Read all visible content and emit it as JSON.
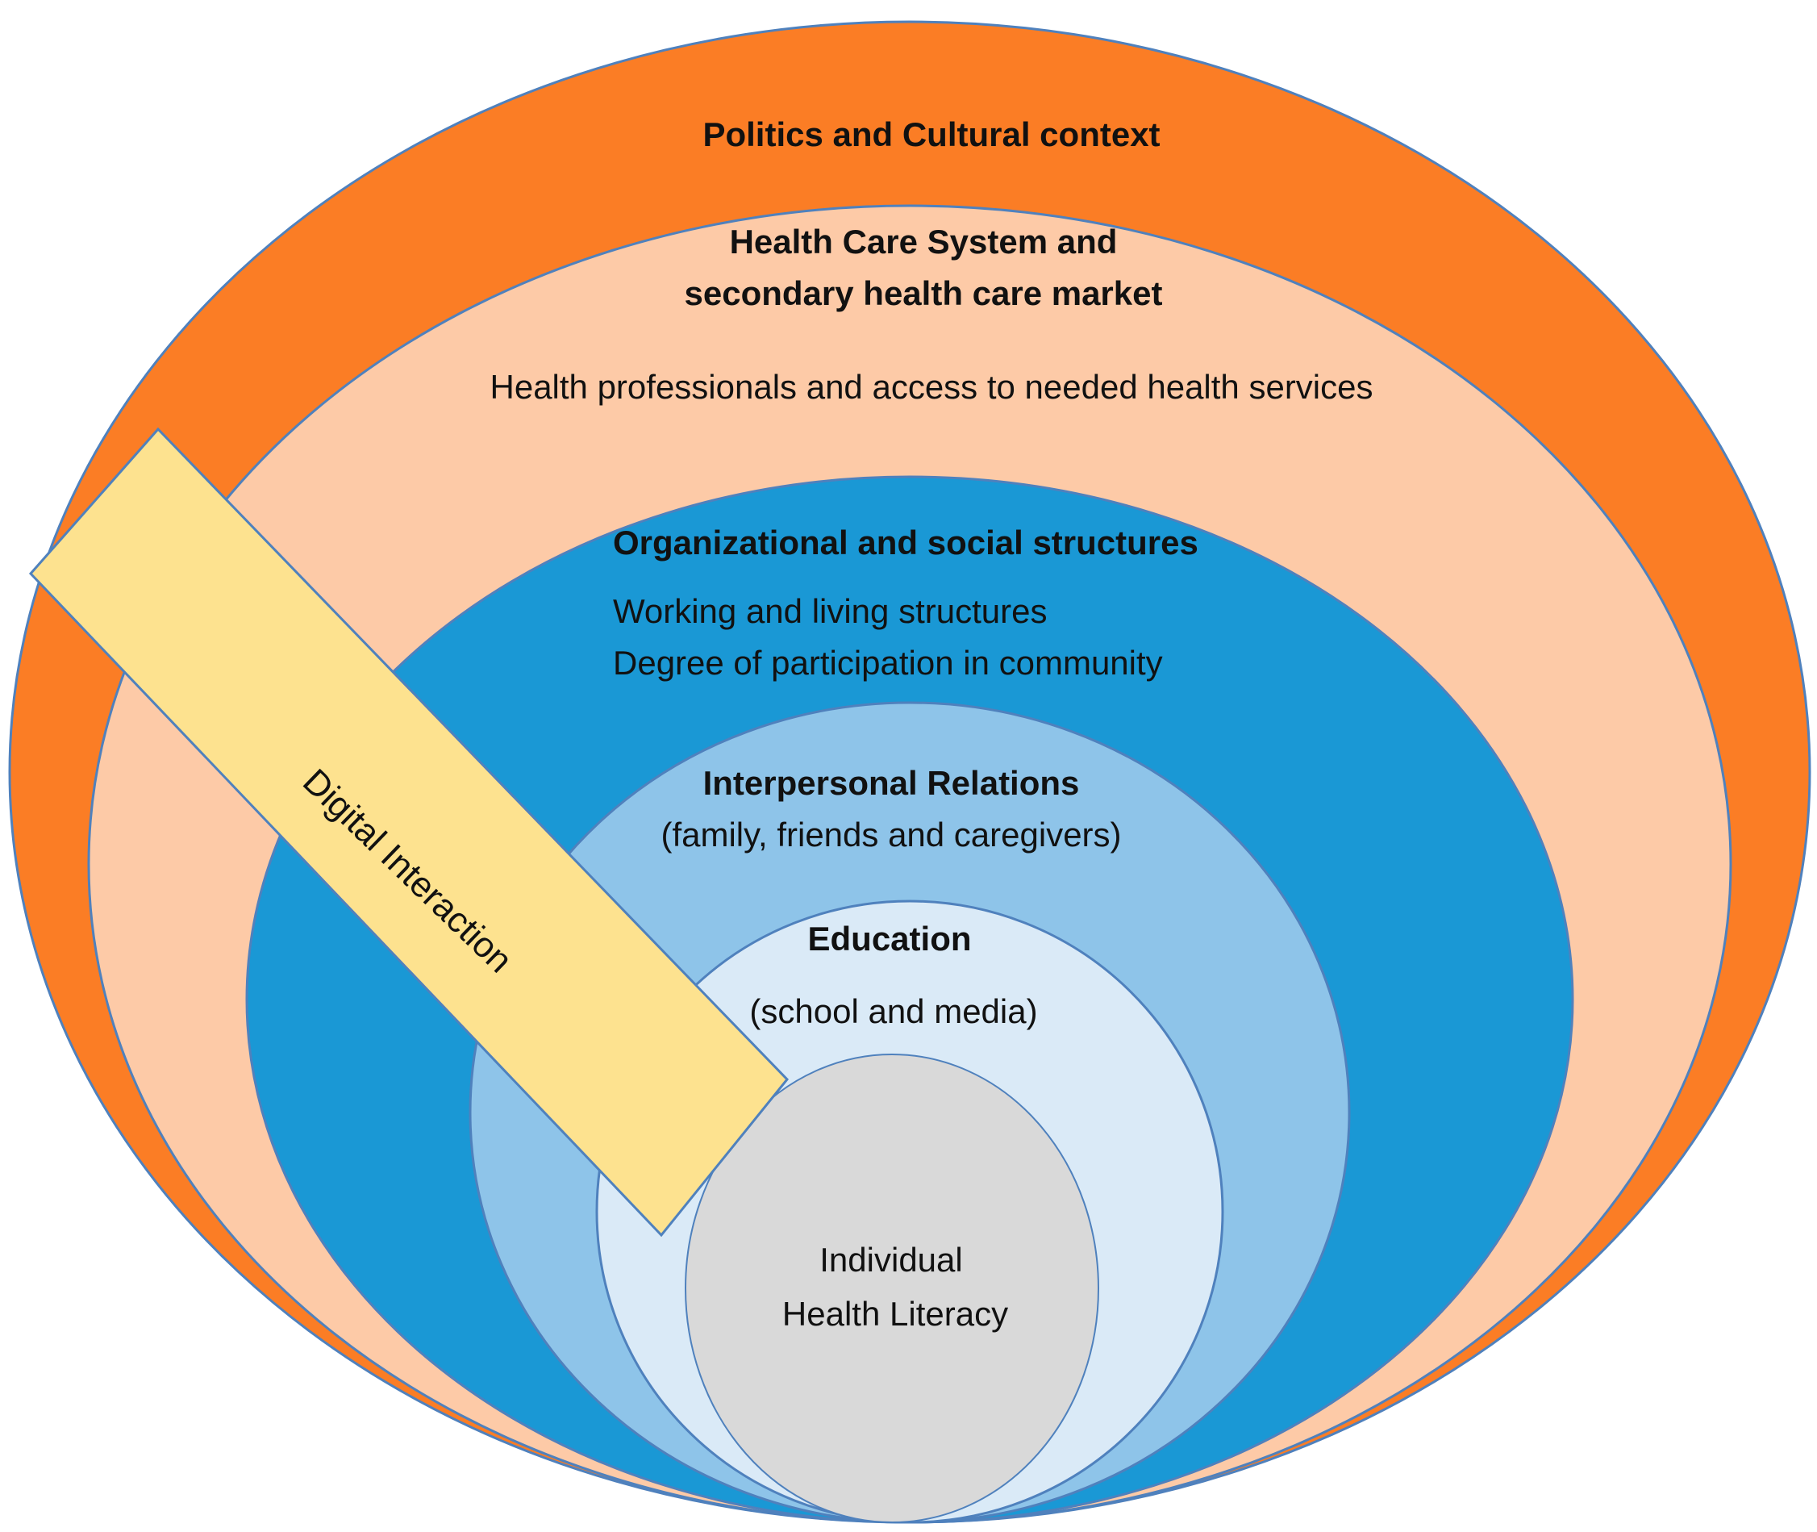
{
  "layers": {
    "politics": {
      "title": "Politics and Cultural context",
      "color": "#fb7d25"
    },
    "health_care": {
      "title_line1": "Health Care System and",
      "title_line2": "secondary health care market",
      "subtitle": "Health professionals and access to needed health services",
      "color": "#fdcaa7"
    },
    "organizational": {
      "title": "Organizational and social structures",
      "line1": "Working and living structures",
      "line2": "Degree of participation in community",
      "color": "#1a98d5"
    },
    "interpersonal": {
      "title": "Interpersonal Relations",
      "subtitle": "(family, friends and caregivers)",
      "color": "#8ec4e9"
    },
    "education": {
      "title": "Education",
      "subtitle": "(school and media)",
      "color": "#daeaf7"
    },
    "individual": {
      "line1": "Individual",
      "line2": "Health Literacy",
      "color": "#d9d9d9"
    }
  },
  "digital_interaction": {
    "label": "Digital Interaction",
    "color": "#fde28f"
  }
}
